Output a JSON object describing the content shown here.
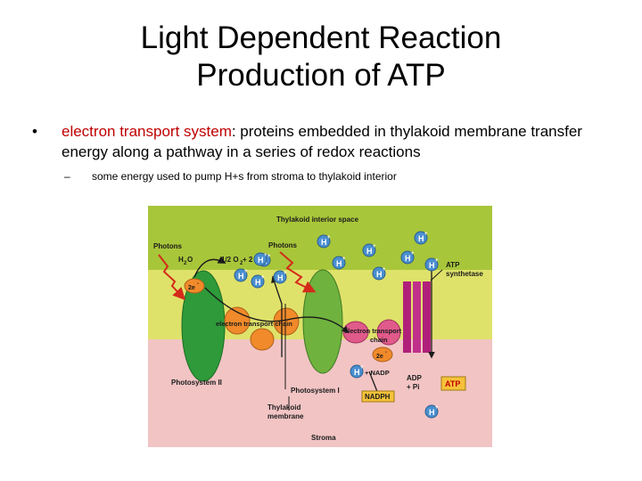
{
  "slide": {
    "title_line1": "Light Dependent Reaction",
    "title_line2": "Production of ATP",
    "bullet_marker": "•",
    "bullet_term": "electron transport system",
    "bullet_rest": ": proteins embedded in thylakoid membrane transfer energy along a pathway in a series of redox reactions",
    "sub_marker": "–",
    "sub_bullet": "some energy used to pump H+s from stroma to thylakoid interior"
  },
  "diagram": {
    "thylakoid_space": "Thylakoid interior space",
    "photons_left": "Photons",
    "photons_center": "Photons",
    "h2o": "H",
    "h2o_sub": "2",
    "h2o_o": "O",
    "half_o2": "1/2 O",
    "half_o2_sub": "2",
    "plus_2": "+ 2",
    "h_plus": "H",
    "plus_sign": "+",
    "two_e": "2e",
    "minus": "-",
    "etc_left": "electron transport chain",
    "etc_right_1": "electron transport",
    "etc_right_2": "chain",
    "atp_synthetase_1": "ATP",
    "atp_synthetase_2": "synthetase",
    "nadp": "+ NADP",
    "nadph": "NADPH",
    "adp": "ADP",
    "pi": "+ Pi",
    "atp": "ATP",
    "photosystem_ii": "Photosystem II",
    "photosystem_i": "Photosystem I",
    "membrane_1": "Thylakoid",
    "membrane_2": "membrane",
    "stroma": "Stroma",
    "colors": {
      "interior": "#a8c63a",
      "membrane": "#dfe26a",
      "stroma": "#f2c4c4",
      "photosystem_ii": "#2e9a3a",
      "photosystem_i": "#6fb23e",
      "carrier_orange": "#f08a2a",
      "carrier_pink": "#e05a8a",
      "atp_synthase": "#b0207a",
      "photon_arrow": "#d42a1a",
      "label_box": "#f6c23a"
    }
  }
}
